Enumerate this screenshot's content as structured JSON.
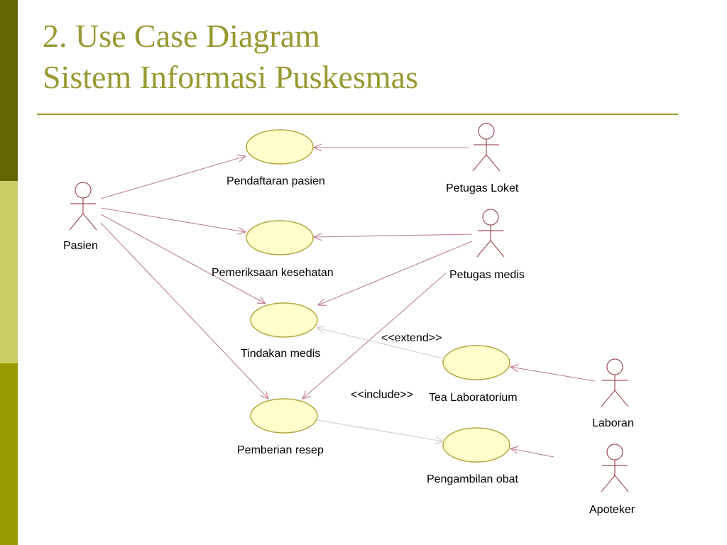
{
  "slide": {
    "title_line1": "2. Use Case Diagram",
    "title_line2": "Sistem Informasi Puskesmas"
  },
  "colors": {
    "sidebar_dark": "#666600",
    "sidebar_light": "#cccc66",
    "sidebar_mid": "#999900",
    "title": "#999933",
    "usecase_fill": "#ffffcc",
    "usecase_stroke": "#b5a642",
    "actor": "#a0505a",
    "line": "#c08090"
  },
  "actors": {
    "pasien": "Pasien",
    "petugas_loket": "Petugas Loket",
    "petugas_medis": "Petugas medis",
    "laboran": "Laboran",
    "apoteker": "Apoteker"
  },
  "usecases": {
    "pendaftaran": "Pendaftaran pasien",
    "pemeriksaan": "Pemeriksaan kesehatan",
    "tindakan": "Tindakan medis",
    "pemberian": "Pemberian resep",
    "laboratorium": "Tea Laboratorium",
    "pengambilan": "Pengambilan obat"
  },
  "stereotypes": {
    "extend": "<<extend>>",
    "include": "<<include>>"
  }
}
